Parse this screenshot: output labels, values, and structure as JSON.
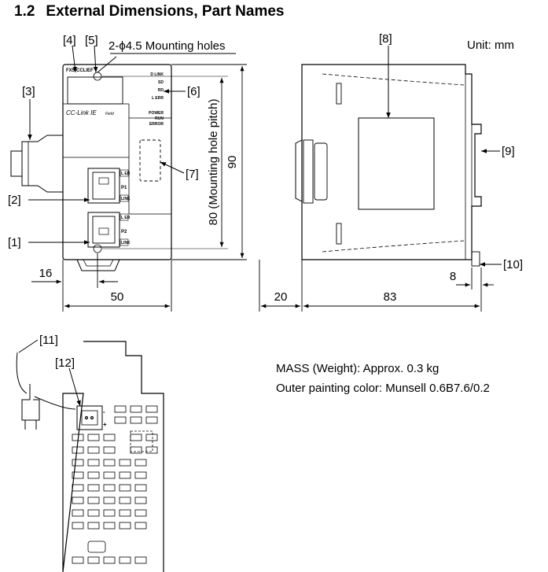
{
  "title": {
    "number": "1.2",
    "text": "External Dimensions, Part Names"
  },
  "unit_label": "Unit: mm",
  "mounting_holes_label": "2-ϕ4.5 Mounting holes",
  "pitch_label": "80 (Mounting hole pitch)",
  "dimensions": {
    "height": "90",
    "pitch": "80",
    "width": "50",
    "offset": "16",
    "depth_front": "20",
    "depth": "83",
    "rail": "8"
  },
  "part_labels": {
    "p1": "[1]",
    "p2": "[2]",
    "p3": "[3]",
    "p4": "[4]",
    "p5": "[5]",
    "p6": "[6]",
    "p7": "[7]",
    "p8": "[8]",
    "p9": "[9]",
    "p10": "[10]",
    "p11": "[11]",
    "p12": "[12]"
  },
  "module": {
    "model": "FX5-CCLIEF",
    "logo": "CC-Link IE",
    "logo_suffix": "Field",
    "leds_top": [
      "D LINK",
      "SD",
      "RD",
      "L ERR"
    ],
    "leds_status": [
      "POWER",
      "RUN",
      "ERROR"
    ],
    "port1": {
      "name": "P1",
      "led_top": "L ER",
      "led_bottom": "LINK"
    },
    "port2": {
      "name": "P2",
      "led_top": "L ER",
      "led_bottom": "LINK"
    }
  },
  "mass_text": "MASS (Weight): Approx. 0.3 kg",
  "paint_text": "Outer painting color: Munsell 0.6B7.6/0.2",
  "power_terminal": {
    "plus": "+",
    "minus": "-"
  }
}
